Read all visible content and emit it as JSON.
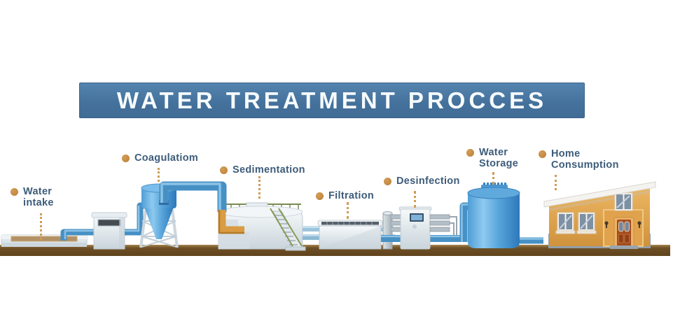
{
  "title": {
    "text": "WATER TREATMENT PROCCES"
  },
  "stages": [
    {
      "id": "water-intake",
      "label": "Water intake"
    },
    {
      "id": "coagulation",
      "label": "Coagulatiom"
    },
    {
      "id": "sedimentation",
      "label": "Sedimentation"
    },
    {
      "id": "filtration",
      "label": "Filtration"
    },
    {
      "id": "disinfection",
      "label": "Desinfection"
    },
    {
      "id": "water-storage",
      "label": "Water Storage"
    },
    {
      "id": "home-consumption",
      "label": "Home Consumption"
    }
  ],
  "colors": {
    "banner_blue": "#49779f",
    "banner_text": "#f7fbfd",
    "label_text": "#3d5c7a",
    "bullet_orange": "#c28a44",
    "connector_orange": "#cf9c55",
    "pipe_blue": "#4690c4",
    "pipe_orange": "#d99c43",
    "tank_blue": "#4f9dd6",
    "equipment_gray": "#e8eef2",
    "ground_brown": "#6e5026",
    "house_orange": "#e2a452",
    "background": "#ffffff"
  }
}
